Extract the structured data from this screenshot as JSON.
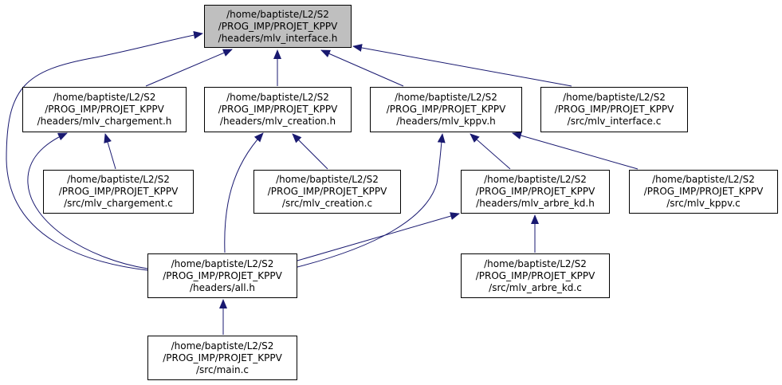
{
  "nodes": {
    "mlv_interface_h": {
      "lines": [
        "/home/baptiste/L2/S2",
        "/PROG_IMP/PROJET_KPPV",
        "/headers/mlv_interface.h"
      ]
    },
    "mlv_chargement_h": {
      "lines": [
        "/home/baptiste/L2/S2",
        "/PROG_IMP/PROJET_KPPV",
        "/headers/mlv_chargement.h"
      ]
    },
    "mlv_creation_h": {
      "lines": [
        "/home/baptiste/L2/S2",
        "/PROG_IMP/PROJET_KPPV",
        "/headers/mlv_creation.h"
      ]
    },
    "mlv_kppv_h": {
      "lines": [
        "/home/baptiste/L2/S2",
        "/PROG_IMP/PROJET_KPPV",
        "/headers/mlv_kppv.h"
      ]
    },
    "mlv_interface_c": {
      "lines": [
        "/home/baptiste/L2/S2",
        "/PROG_IMP/PROJET_KPPV",
        "/src/mlv_interface.c"
      ]
    },
    "mlv_chargement_c": {
      "lines": [
        "/home/baptiste/L2/S2",
        "/PROG_IMP/PROJET_KPPV",
        "/src/mlv_chargement.c"
      ]
    },
    "mlv_creation_c": {
      "lines": [
        "/home/baptiste/L2/S2",
        "/PROG_IMP/PROJET_KPPV",
        "/src/mlv_creation.c"
      ]
    },
    "mlv_arbre_kd_h": {
      "lines": [
        "/home/baptiste/L2/S2",
        "/PROG_IMP/PROJET_KPPV",
        "/headers/mlv_arbre_kd.h"
      ]
    },
    "mlv_kppv_c": {
      "lines": [
        "/home/baptiste/L2/S2",
        "/PROG_IMP/PROJET_KPPV",
        "/src/mlv_kppv.c"
      ]
    },
    "all_h": {
      "lines": [
        "/home/baptiste/L2/S2",
        "/PROG_IMP/PROJET_KPPV",
        "/headers/all.h"
      ]
    },
    "mlv_arbre_kd_c": {
      "lines": [
        "/home/baptiste/L2/S2",
        "/PROG_IMP/PROJET_KPPV",
        "/src/mlv_arbre_kd.c"
      ]
    },
    "main_c": {
      "lines": [
        "/home/baptiste/L2/S2",
        "/PROG_IMP/PROJET_KPPV",
        "/src/main.c"
      ]
    }
  },
  "edges": [
    {
      "from": "mlv_chargement_h",
      "to": "mlv_interface_h"
    },
    {
      "from": "mlv_creation_h",
      "to": "mlv_interface_h"
    },
    {
      "from": "mlv_kppv_h",
      "to": "mlv_interface_h"
    },
    {
      "from": "mlv_interface_c",
      "to": "mlv_interface_h"
    },
    {
      "from": "all_h",
      "to": "mlv_interface_h"
    },
    {
      "from": "mlv_chargement_c",
      "to": "mlv_chargement_h"
    },
    {
      "from": "all_h",
      "to": "mlv_chargement_h"
    },
    {
      "from": "mlv_creation_c",
      "to": "mlv_creation_h"
    },
    {
      "from": "all_h",
      "to": "mlv_creation_h"
    },
    {
      "from": "mlv_arbre_kd_h",
      "to": "mlv_kppv_h"
    },
    {
      "from": "mlv_kppv_c",
      "to": "mlv_kppv_h"
    },
    {
      "from": "all_h",
      "to": "mlv_kppv_h"
    },
    {
      "from": "all_h",
      "to": "mlv_arbre_kd_h"
    },
    {
      "from": "mlv_arbre_kd_c",
      "to": "mlv_arbre_kd_h"
    },
    {
      "from": "main_c",
      "to": "all_h"
    }
  ],
  "colors": {
    "edge": "#191970",
    "node_border": "#000000",
    "root_fill": "#bfbfbf",
    "node_fill": "#ffffff"
  }
}
